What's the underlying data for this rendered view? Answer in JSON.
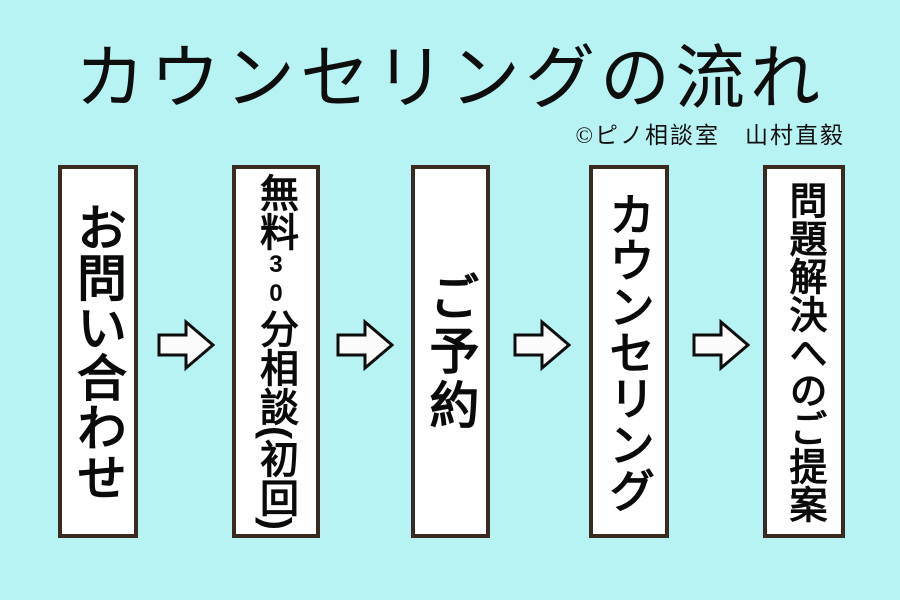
{
  "page": {
    "title": "カウンセリングの流れ",
    "credit": "©ピノ相談室　山村直毅"
  },
  "flow": {
    "steps": [
      {
        "label": "お問い合わせ"
      },
      {
        "label": "無料30分相談(初回)"
      },
      {
        "label": "ご予約"
      },
      {
        "label": "カウンセリング"
      },
      {
        "label": "問題解決へのご提案"
      }
    ],
    "connector": "right-block-arrow",
    "direction": "left-to-right"
  },
  "colors": {
    "background": "#b8f3f3",
    "box_fill": "#ffffff",
    "box_border": "#3a2b21",
    "text": "#0a0a0a",
    "arrow_fill": "#fbfbfb",
    "arrow_outline": "#0d0d0d"
  }
}
